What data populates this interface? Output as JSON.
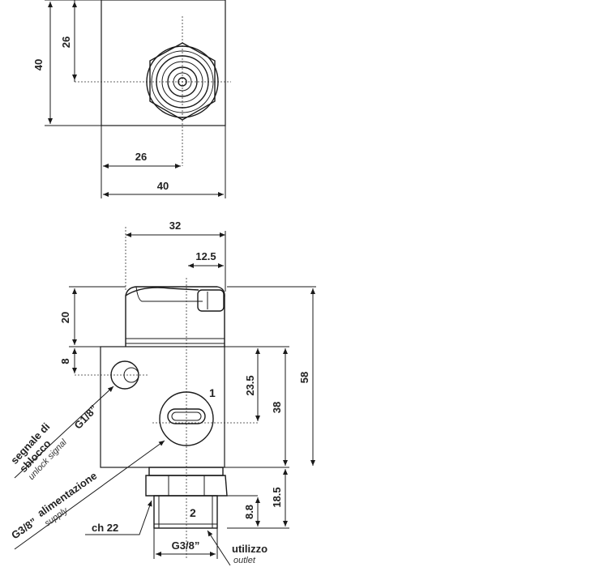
{
  "top_view": {
    "dim_height_total": "40",
    "dim_height_center": "26",
    "dim_width_center": "26",
    "dim_width_total": "40"
  },
  "front_view": {
    "dim_width_top": "32",
    "dim_offset": "12.5",
    "dim_top_height": "20",
    "dim_signal_offset": "8",
    "dim_port1_height": "23.5",
    "dim_body_height": "38",
    "dim_total_height": "58",
    "dim_fitting_height": "18.5",
    "dim_fitting_thread": "8.8",
    "port_1": "1",
    "port_2": "2",
    "label_signal_it": "segnale di",
    "label_signal_it2": "sblocco",
    "label_signal_en": "unlock signal",
    "label_signal_thread": "G1/8”",
    "label_supply_it": "alimentazione",
    "label_supply_en": "supply",
    "label_supply_thread": "G3/8”",
    "label_hex": "ch 22",
    "label_outlet_thread": "G3/8”",
    "label_outlet_it": "utilizzo",
    "label_outlet_en": "outlet"
  }
}
